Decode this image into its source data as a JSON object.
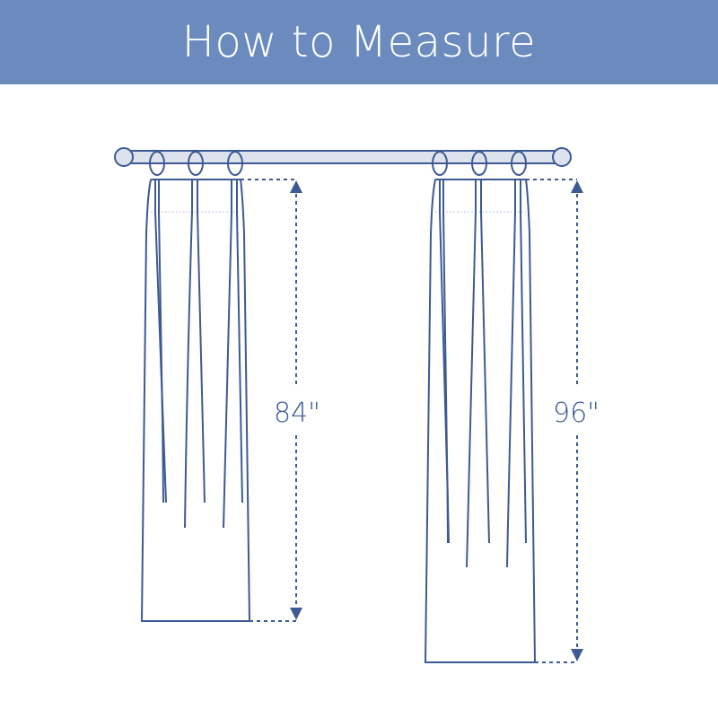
{
  "header": {
    "title": "How to Measure",
    "background_color": "#6b8bbf"
  },
  "diagram": {
    "line_color": "#3d5a94",
    "rod_fill": "#dde3ec",
    "curtains": [
      {
        "id": "left",
        "length_label": "84\""
      },
      {
        "id": "right",
        "length_label": "96\""
      }
    ]
  }
}
